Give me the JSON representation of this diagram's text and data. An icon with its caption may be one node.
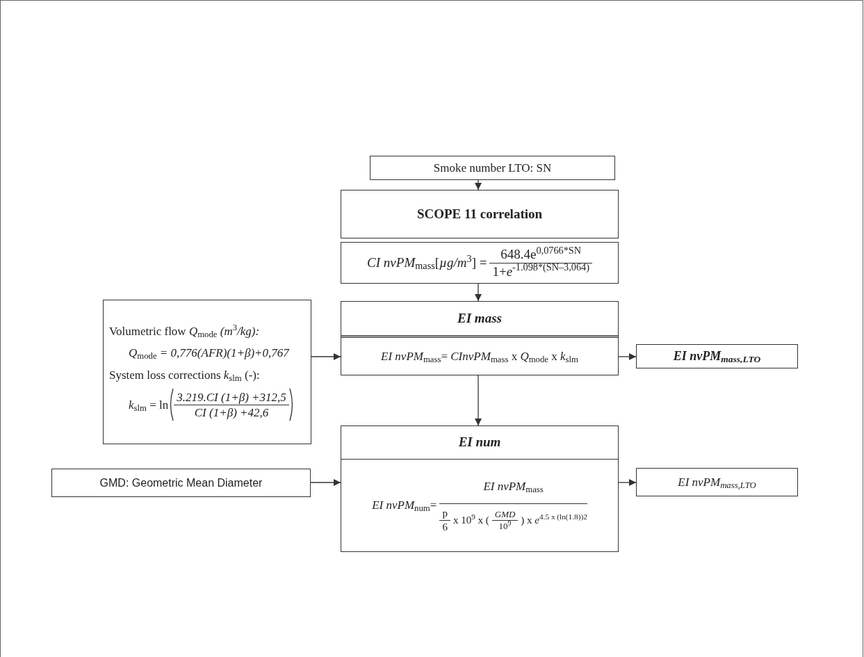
{
  "diagram": {
    "nodes": [
      {
        "text": [
          "Smoke number LTO: SN"
        ]
      },
      {
        "text": [
          "SCOPE 11 correlation"
        ]
      },
      {
        "text": [
          "*CI nvPM*$_{mass}$[*µg/m*$^{3}$] =",
          "648.4e$^{0,0766*SN}$",
          "1+*e*$^{-1.098*(SN–3,064)}$"
        ]
      },
      {
        "text": [
          "Volumetric flow *Q*$_{mode}$ *(m*$^{3}$*/kg):*",
          "*Q*$_{mode}$ *= 0,776(AFR)(1+β)+0,767*",
          "System loss corrections *k*$_{slm}$ (-):",
          "*k*$_{slm}$ = ln",
          "*3.219.CI (1+β) +312,5*",
          "*CI (1+β) +42,6*"
        ]
      },
      {
        "text": [
          "EI mass",
          "*EI nvPM*$_{mass}$= *CInvPM*$_{mass}$ x *Q*$_{mode}$ x *k*$_{slm}$"
        ]
      },
      {
        "text": [
          "EI nvPM$_{mass,LTO}$"
        ]
      },
      {
        "text": [
          "GMD: Geometric Mean Diameter"
        ]
      },
      {
        "text": [
          "EI num",
          "*EI nvPM*$_{num}$=",
          "*EI nvPM*$_{mass}$",
          "p",
          "6",
          "x 10$^{9}$ x (",
          "*GMD*",
          "10$^{9}$",
          ") x *e*$^{4.5 x (ln(1.8))}$$^{2}$"
        ]
      },
      {
        "text": [
          "EI nvPM$_{mass,LTO}$"
        ]
      }
    ],
    "edges": [
      {
        "from": 0,
        "to": 1,
        "arrow": "to"
      },
      {
        "from": 2,
        "to": 4,
        "arrow": "to"
      },
      {
        "from": 3,
        "to": 4,
        "arrow": "to"
      },
      {
        "from": 4,
        "to": 5,
        "arrow": "to"
      },
      {
        "from": 4,
        "to": 7,
        "arrow": "to"
      },
      {
        "from": 6,
        "to": 7,
        "arrow": "to"
      },
      {
        "from": 7,
        "to": 8,
        "arrow": "to"
      }
    ]
  }
}
